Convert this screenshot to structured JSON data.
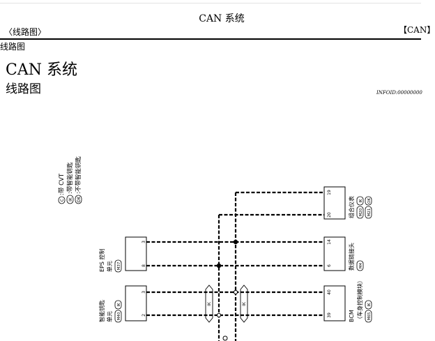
{
  "header": {
    "title": "CAN 系统",
    "section": "〈线路图〉",
    "tag": "【CAN】"
  },
  "crumb": "线路图",
  "page": {
    "title": "CAN 系统",
    "subtitle": "线路图",
    "info_id": "INFOID:00000000"
  },
  "legend": [
    {
      "symbol": "C",
      "label": ":带 CVT"
    },
    {
      "symbol": "IK",
      "label": ":带智能钥匙"
    },
    {
      "symbol": "OK",
      "label": ":不带智能钥匙"
    }
  ],
  "components": {
    "combination_meter": {
      "name": "组合仪表",
      "connectors": [
        "M20",
        "IK",
        "M21",
        "OK"
      ],
      "pins": [
        "19",
        "20"
      ]
    },
    "data_link_connector": {
      "name": "数据链接头",
      "connectors": [
        "M4"
      ],
      "pins": [
        "14",
        "6"
      ]
    },
    "bcm": {
      "name": "BCM",
      "name_cn": "（车身控制模块）",
      "connectors": [
        "M65",
        "IK"
      ],
      "pins": [
        "40",
        "39"
      ]
    },
    "eps_unit": {
      "name": "EPS 控制",
      "name2": "单元",
      "connectors": [
        "M37"
      ],
      "pins": [
        "3",
        "8"
      ]
    },
    "intelligent_key_unit": {
      "name": "智能钥匙",
      "name2": "单元",
      "connectors": [
        "M40",
        "IK"
      ],
      "pins": [
        "3",
        "2"
      ]
    }
  },
  "wire_markers": [
    "IK",
    "IK"
  ]
}
